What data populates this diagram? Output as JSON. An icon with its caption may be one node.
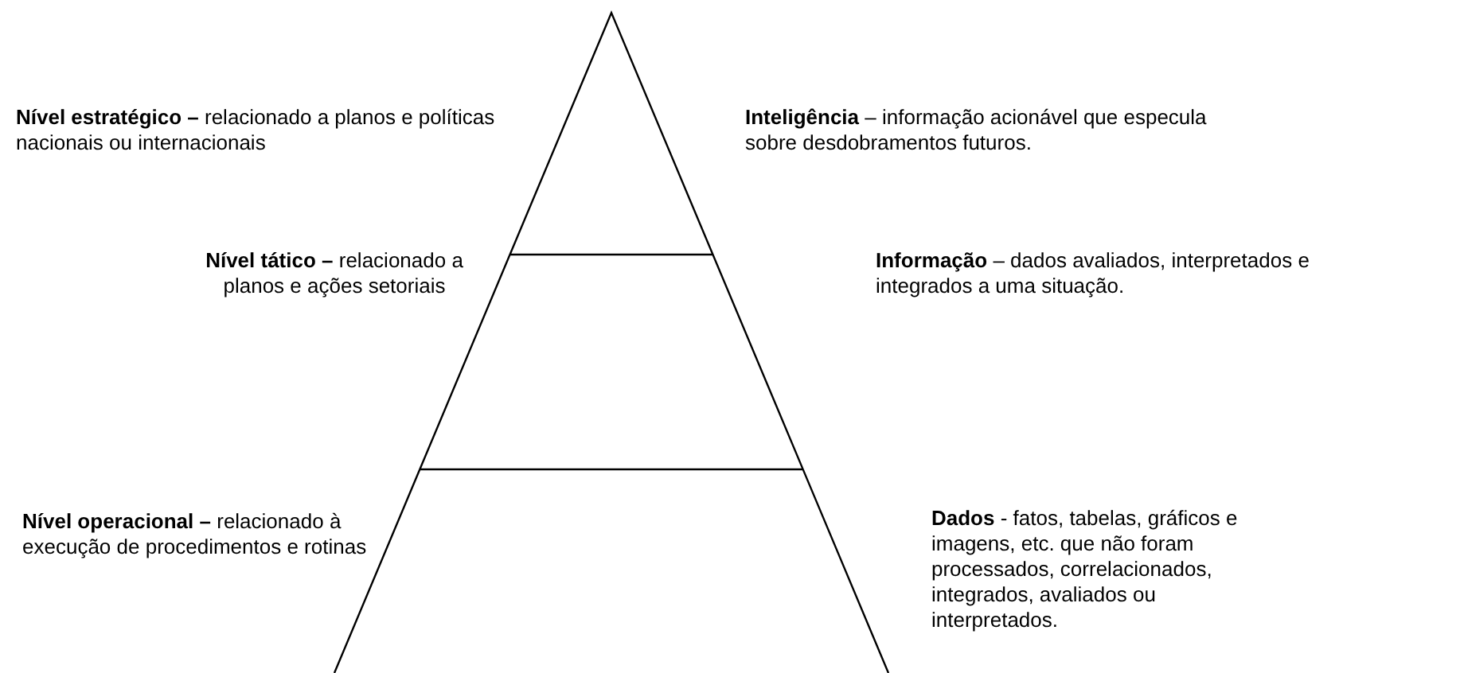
{
  "diagram": {
    "labels": [
      "**Nível estratégico –** relacionado a planos e políticas nacionais ou internacionais",
      "**Inteligência** – informação acionável que especula sobre desdobramentos futuros.",
      "**Nível tático –** relacionado a planos e ações setoriais",
      "**Informação** – dados avaliados, interpretados e integrados a uma situação.",
      "**Nível operacional –** relacionado à execução de procedimentos e rotinas",
      "**Dados** - fatos, tabelas, gráficos e imagens, etc. que não foram processados, correlacionados, integrados, avaliados ou interpretados."
    ]
  }
}
